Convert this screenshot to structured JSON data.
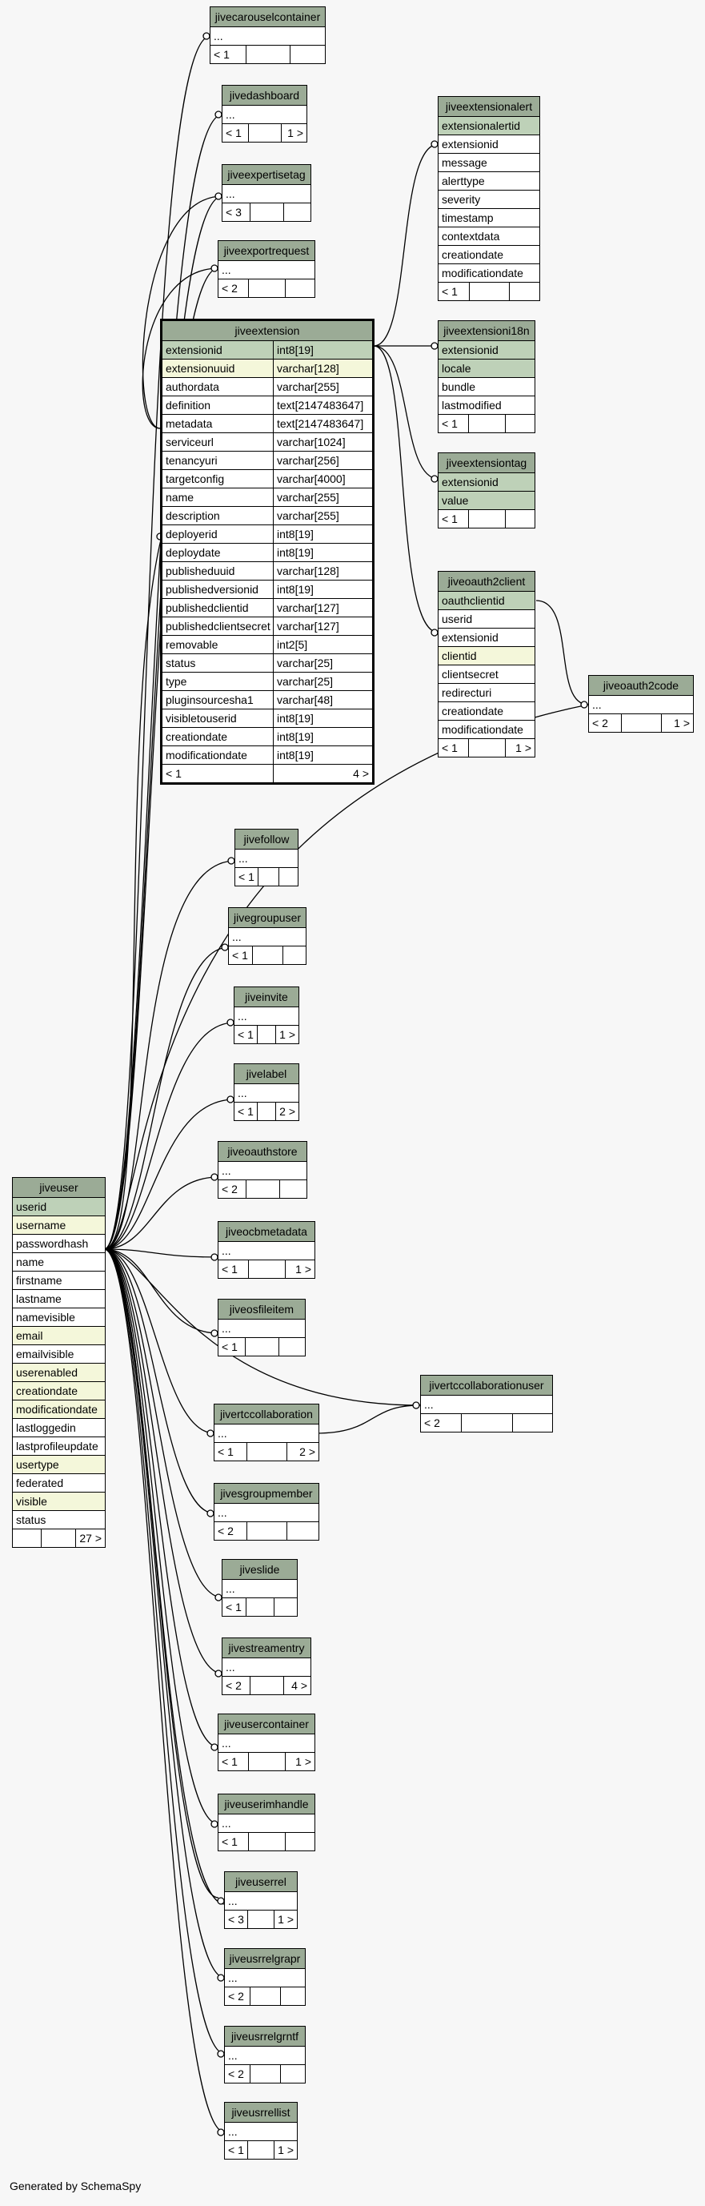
{
  "footer_text": "Generated by SchemaSpy",
  "tables": {
    "jivecarouselcontainer": {
      "name": "jivecarouselcontainer",
      "rows": [
        "..."
      ],
      "foot": [
        "< 1",
        "",
        ""
      ]
    },
    "jivedashboard": {
      "name": "jivedashboard",
      "rows": [
        "..."
      ],
      "foot": [
        "< 1",
        "",
        "1 >"
      ]
    },
    "jiveexpertisetag": {
      "name": "jiveexpertisetag",
      "rows": [
        "..."
      ],
      "foot": [
        "< 3",
        "",
        ""
      ]
    },
    "jiveexportrequest": {
      "name": "jiveexportrequest",
      "rows": [
        "..."
      ],
      "foot": [
        "< 2",
        "",
        ""
      ]
    },
    "jiveextensionalert": {
      "name": "jiveextensionalert",
      "rows": [
        "extensionalertid",
        "extensionid",
        "message",
        "alerttype",
        "severity",
        "timestamp",
        "contextdata",
        "creationdate",
        "modificationdate"
      ],
      "foot": [
        "< 1",
        "",
        ""
      ]
    },
    "jiveextensioni18n": {
      "name": "jiveextensioni18n",
      "rows": [
        "extensionid",
        "locale",
        "bundle",
        "lastmodified"
      ],
      "foot": [
        "< 1",
        "",
        ""
      ]
    },
    "jiveextensiontag": {
      "name": "jiveextensiontag",
      "rows": [
        "extensionid",
        "value"
      ],
      "foot": [
        "< 1",
        "",
        ""
      ]
    },
    "jiveoauth2client": {
      "name": "jiveoauth2client",
      "rows": [
        "oauthclientid",
        "userid",
        "extensionid",
        "clientid",
        "clientsecret",
        "redirecturi",
        "creationdate",
        "modificationdate"
      ],
      "foot": [
        "< 1",
        "",
        "1 >"
      ]
    },
    "jiveoauth2code": {
      "name": "jiveoauth2code",
      "rows": [
        "..."
      ],
      "foot": [
        "< 2",
        "",
        "1 >"
      ]
    },
    "jiveextension": {
      "name": "jiveextension",
      "rows": [
        [
          "extensionid",
          "int8[19]"
        ],
        [
          "extensionuuid",
          "varchar[128]"
        ],
        [
          "authordata",
          "varchar[255]"
        ],
        [
          "definition",
          "text[2147483647]"
        ],
        [
          "metadata",
          "text[2147483647]"
        ],
        [
          "serviceurl",
          "varchar[1024]"
        ],
        [
          "tenancyuri",
          "varchar[256]"
        ],
        [
          "targetconfig",
          "varchar[4000]"
        ],
        [
          "name",
          "varchar[255]"
        ],
        [
          "description",
          "varchar[255]"
        ],
        [
          "deployerid",
          "int8[19]"
        ],
        [
          "deploydate",
          "int8[19]"
        ],
        [
          "publisheduuid",
          "varchar[128]"
        ],
        [
          "publishedversionid",
          "int8[19]"
        ],
        [
          "publishedclientid",
          "varchar[127]"
        ],
        [
          "publishedclientsecret",
          "varchar[127]"
        ],
        [
          "removable",
          "int2[5]"
        ],
        [
          "status",
          "varchar[25]"
        ],
        [
          "type",
          "varchar[25]"
        ],
        [
          "pluginsourcesha1",
          "varchar[48]"
        ],
        [
          "visibletouserid",
          "int8[19]"
        ],
        [
          "creationdate",
          "int8[19]"
        ],
        [
          "modificationdate",
          "int8[19]"
        ]
      ],
      "foot": [
        "< 1",
        "4 >"
      ]
    },
    "jivefollow": {
      "name": "jivefollow",
      "rows": [
        "..."
      ],
      "foot": [
        "< 1",
        "",
        ""
      ]
    },
    "jivegroupuser": {
      "name": "jivegroupuser",
      "rows": [
        "..."
      ],
      "foot": [
        "< 1",
        "",
        ""
      ]
    },
    "jiveinvite": {
      "name": "jiveinvite",
      "rows": [
        "..."
      ],
      "foot": [
        "< 1",
        "",
        "1 >"
      ]
    },
    "jivelabel": {
      "name": "jivelabel",
      "rows": [
        "..."
      ],
      "foot": [
        "< 1",
        "",
        "2 >"
      ]
    },
    "jiveoauthstore": {
      "name": "jiveoauthstore",
      "rows": [
        "..."
      ],
      "foot": [
        "< 2",
        "",
        ""
      ]
    },
    "jiveocbmetadata": {
      "name": "jiveocbmetadata",
      "rows": [
        "..."
      ],
      "foot": [
        "< 1",
        "",
        "1 >"
      ]
    },
    "jiveosfileitem": {
      "name": "jiveosfileitem",
      "rows": [
        "..."
      ],
      "foot": [
        "< 1",
        "",
        ""
      ]
    },
    "jivertccollaborationuser": {
      "name": "jivertccollaborationuser",
      "rows": [
        "..."
      ],
      "foot": [
        "< 2",
        "",
        ""
      ]
    },
    "jivertccollaboration": {
      "name": "jivertccollaboration",
      "rows": [
        "..."
      ],
      "foot": [
        "< 1",
        "",
        "2 >"
      ]
    },
    "jivesgroupmember": {
      "name": "jivesgroupmember",
      "rows": [
        "..."
      ],
      "foot": [
        "< 2",
        "",
        ""
      ]
    },
    "jiveslide": {
      "name": "jiveslide",
      "rows": [
        "..."
      ],
      "foot": [
        "< 1",
        "",
        ""
      ]
    },
    "jivestreamentry": {
      "name": "jivestreamentry",
      "rows": [
        "..."
      ],
      "foot": [
        "< 2",
        "",
        "4 >"
      ]
    },
    "jiveusercontainer": {
      "name": "jiveusercontainer",
      "rows": [
        "..."
      ],
      "foot": [
        "< 1",
        "",
        "1 >"
      ]
    },
    "jiveuserimhandle": {
      "name": "jiveuserimhandle",
      "rows": [
        "..."
      ],
      "foot": [
        "< 1",
        "",
        ""
      ]
    },
    "jiveuserrel": {
      "name": "jiveuserrel",
      "rows": [
        "..."
      ],
      "foot": [
        "< 3",
        "",
        "1 >"
      ]
    },
    "jiveusrrelgrapr": {
      "name": "jiveusrrelgrapr",
      "rows": [
        "..."
      ],
      "foot": [
        "< 2",
        "",
        ""
      ]
    },
    "jiveusrrelgrntf": {
      "name": "jiveusrrelgrntf",
      "rows": [
        "..."
      ],
      "foot": [
        "< 2",
        "",
        ""
      ]
    },
    "jiveusrrellist": {
      "name": "jiveusrrellist",
      "rows": [
        "..."
      ],
      "foot": [
        "< 1",
        "",
        "1 >"
      ]
    },
    "jiveuser": {
      "name": "jiveuser",
      "rows": [
        "userid",
        "username",
        "passwordhash",
        "name",
        "firstname",
        "lastname",
        "namevisible",
        "email",
        "emailvisible",
        "userenabled",
        "creationdate",
        "modificationdate",
        "lastloggedin",
        "lastprofileupdate",
        "usertype",
        "federated",
        "visible",
        "status"
      ],
      "foot": [
        "",
        "",
        "27 >"
      ]
    }
  },
  "colors": {
    "header": "#9bab96",
    "primary_key": "#bed1b8",
    "indexed": "#f4f7da",
    "background": "#f7f7f7"
  }
}
